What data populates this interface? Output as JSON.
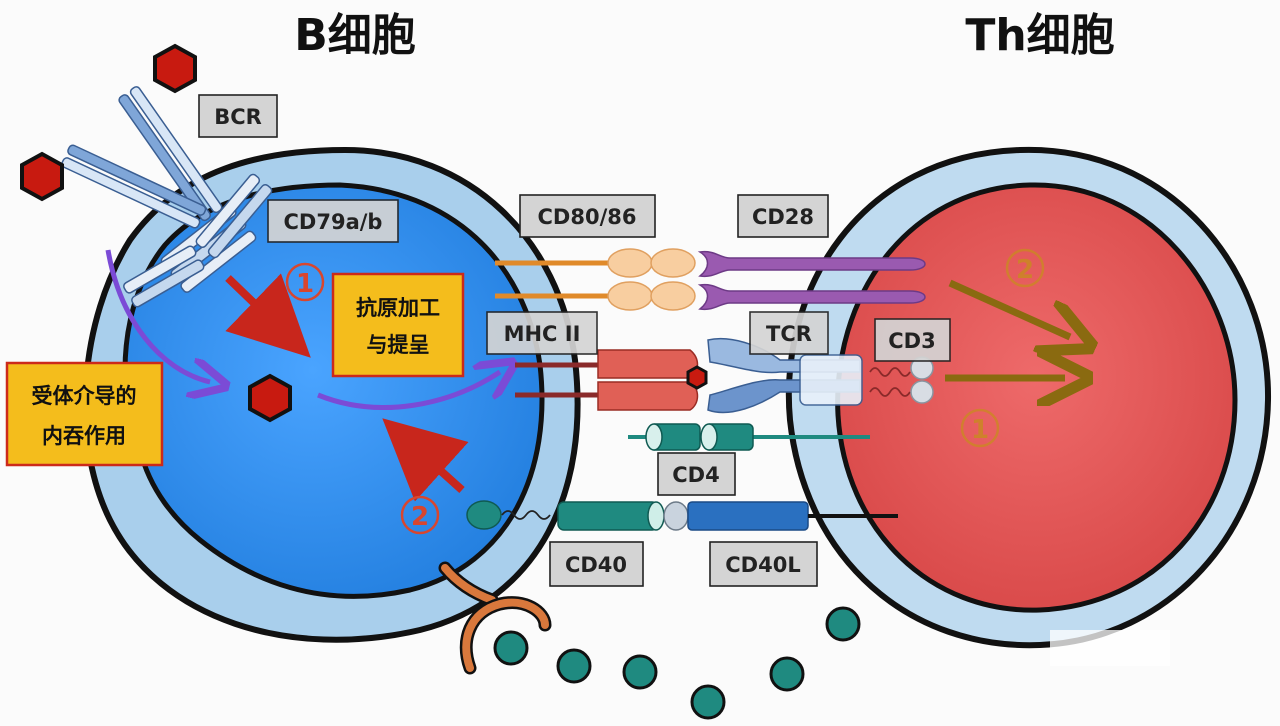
{
  "titles": {
    "b_cell": "B细胞",
    "th_cell": "Th细胞"
  },
  "labels": {
    "bcr": "BCR",
    "cd79": "CD79a/b",
    "cd80_86": "CD80/86",
    "cd28": "CD28",
    "mhc2": "MHC II",
    "tcr": "TCR",
    "cd3": "CD3",
    "cd4": "CD4",
    "cd40": "CD40",
    "cd40l": "CD40L"
  },
  "notes": {
    "antigen_processing": [
      "抗原加工",
      "与提呈"
    ],
    "endocytosis": [
      "受体介导的",
      "内吞作用"
    ]
  },
  "steps": {
    "b_step1": "1",
    "b_step2": "2",
    "th_step1": "1",
    "th_step2": "2"
  },
  "colors": {
    "b_cell_membrane": "#a9cfec",
    "b_cell_cytoplasm": "#2f8ff0",
    "th_cell_membrane": "#bfdbf0",
    "th_cell_cytoplasm": "#e05a5a",
    "antigen": "#c81a10",
    "red_arrow": "#c8261c",
    "purple_arrow": "#7b4bd6",
    "olive_arrow": "#8a6a10",
    "cytokine": "#1f8a80"
  }
}
